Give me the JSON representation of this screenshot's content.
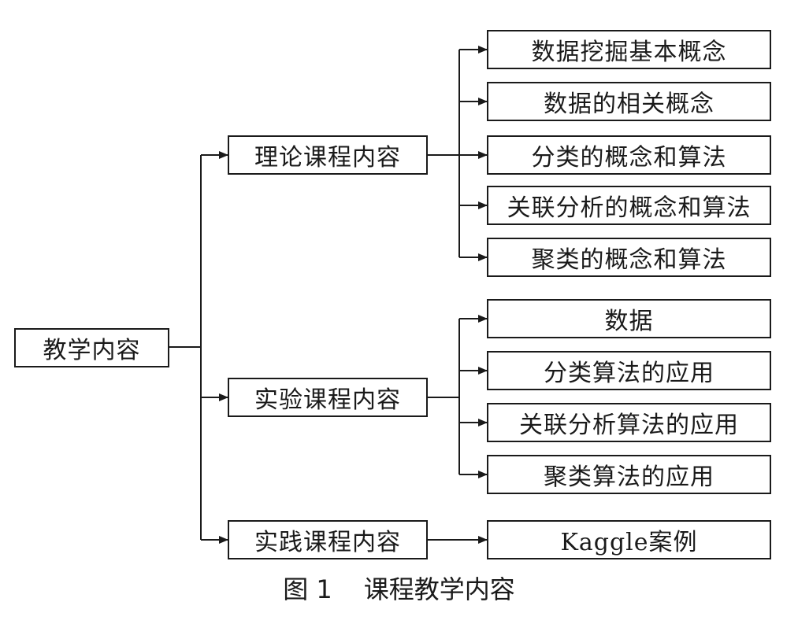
{
  "root": {
    "label": "教学内容"
  },
  "branches": [
    {
      "label": "理论课程内容",
      "children": [
        "数据挖掘基本概念",
        "数据的相关概念",
        "分类的概念和算法",
        "关联分析的概念和算法",
        "聚类的概念和算法"
      ]
    },
    {
      "label": "实验课程内容",
      "children": [
        "数据",
        "分类算法的应用",
        "关联分析算法的应用",
        "聚类算法的应用"
      ]
    },
    {
      "label": "实践课程内容",
      "children": [
        "Kaggle案例"
      ]
    }
  ],
  "caption": {
    "number": "图 1",
    "title": "课程教学内容"
  }
}
